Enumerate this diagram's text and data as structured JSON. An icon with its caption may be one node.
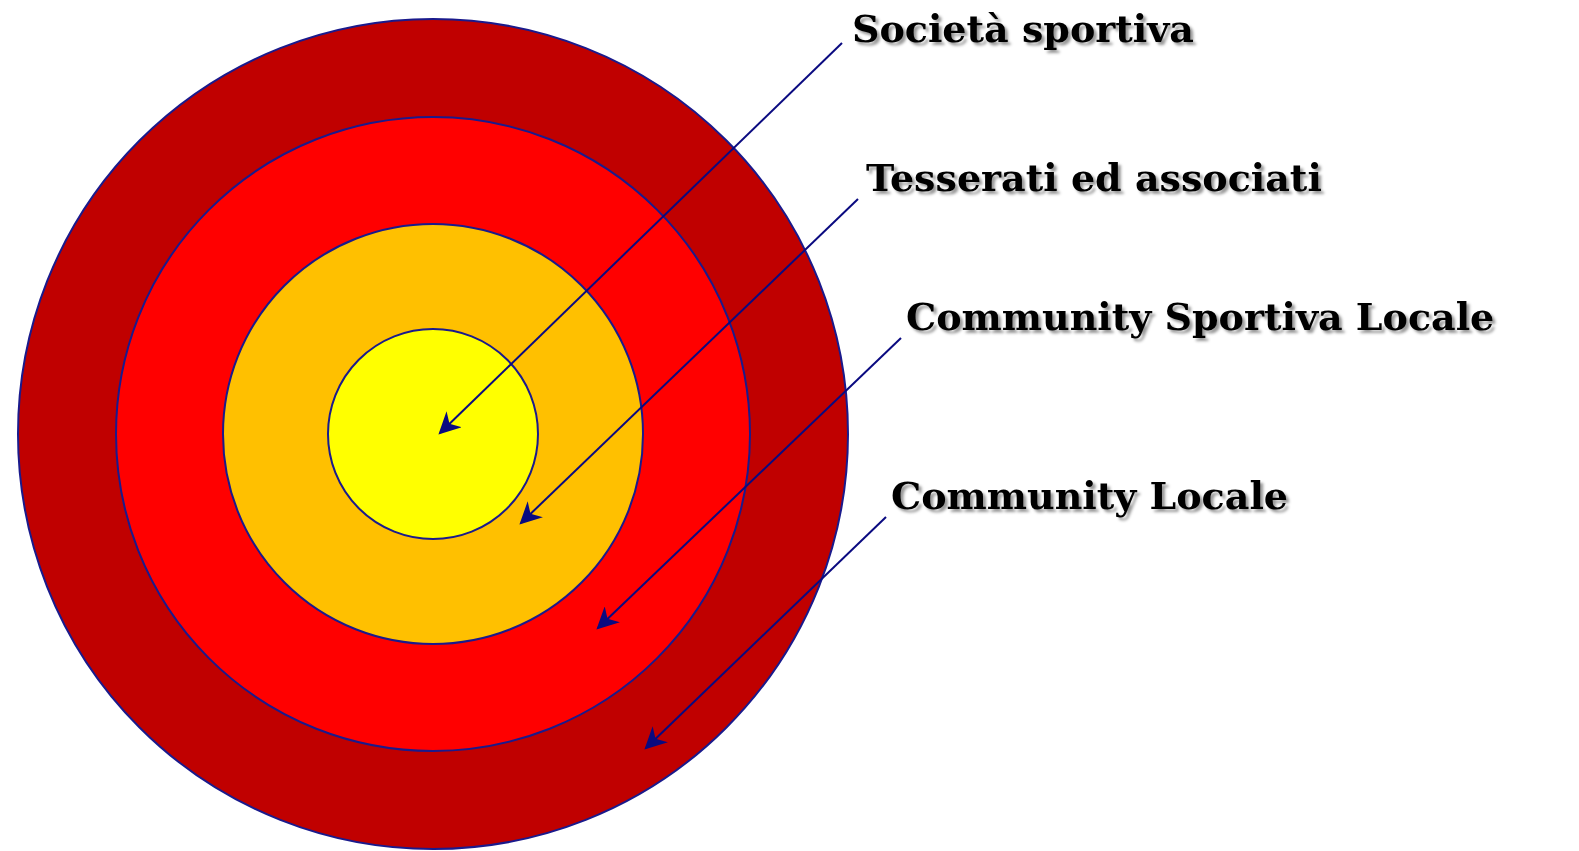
{
  "diagram": {
    "nodes": [
      {
        "text": [],
        "shape": "circle"
      },
      {
        "text": [],
        "shape": "circle",
        "in": 0
      },
      {
        "text": [],
        "shape": "circle",
        "in": 1
      },
      {
        "text": [],
        "shape": "circle",
        "in": 2
      },
      {
        "text": [
          "Società sportiva"
        ]
      },
      {
        "text": [
          "Tesserati ed associati"
        ]
      },
      {
        "text": [
          "Community Sportiva Locale"
        ]
      },
      {
        "text": [
          "Community Locale"
        ]
      }
    ],
    "edges": [
      {
        "from": 4,
        "to": 3,
        "arrow": "to"
      },
      {
        "from": 5,
        "to": 2,
        "arrow": "to"
      },
      {
        "from": 6,
        "to": 1,
        "arrow": "to"
      },
      {
        "from": 7,
        "to": 0,
        "arrow": "to"
      }
    ]
  }
}
